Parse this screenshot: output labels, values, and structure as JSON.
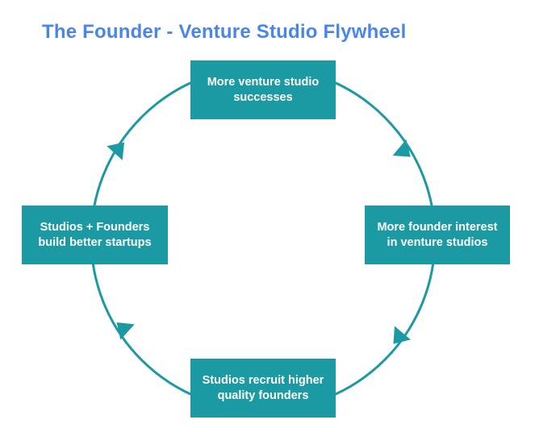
{
  "title": "The Founder - Venture Studio Flywheel",
  "colors": {
    "title": "#4a86e8",
    "box_fill": "#1b9aa3",
    "box_text": "#ffffff",
    "ring": "#1b9aa3"
  },
  "nodes": {
    "top": "More venture studio successes",
    "right": "More founder interest in venture studios",
    "bottom": "Studios recruit higher quality founders",
    "left": "Studios + Founders build better startups"
  },
  "cycle_direction": "clockwise"
}
